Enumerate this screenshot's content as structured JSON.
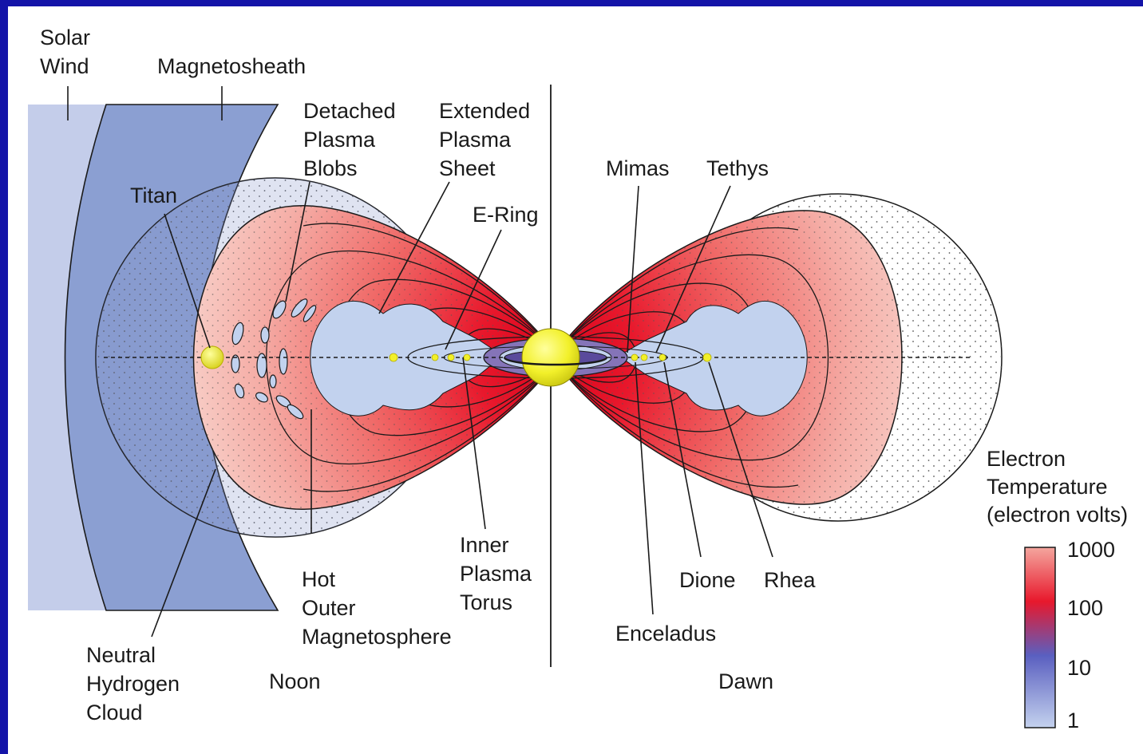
{
  "labels": {
    "solar_wind": [
      "Solar",
      "Wind"
    ],
    "magnetosheath": "Magnetosheath",
    "detached_blobs": [
      "Detached",
      "Plasma",
      "Blobs"
    ],
    "extended_sheet": [
      "Extended",
      "Plasma",
      "Sheet"
    ],
    "titan": "Titan",
    "e_ring": "E-Ring",
    "mimas": "Mimas",
    "tethys": "Tethys",
    "inner_torus": [
      "Inner",
      "Plasma",
      "Torus"
    ],
    "hot_outer": [
      "Hot",
      "Outer",
      "Magnetosphere"
    ],
    "neutral_hydrogen": [
      "Neutral",
      "Hydrogen",
      "Cloud"
    ],
    "noon": "Noon",
    "dawn": "Dawn",
    "dione": "Dione",
    "rhea": "Rhea",
    "enceladus": "Enceladus"
  },
  "scale": {
    "title": [
      "Electron",
      "Temperature",
      "(electron volts)"
    ],
    "ticks": [
      "1000",
      "100",
      "10",
      "1"
    ]
  },
  "colors": {
    "frame": "#1414a8",
    "solar_wind": "#c4cdea",
    "magnetosheath": "#8b9fd2",
    "hot_red": "#e8102a",
    "warm_pink": "#f4a59e",
    "cold_blue": "#c2d2ee",
    "saturn": "#f2f02a"
  }
}
